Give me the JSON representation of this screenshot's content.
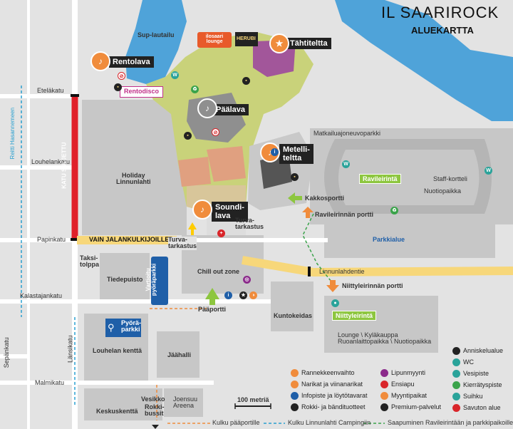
{
  "header": {
    "logo_text": "IL SAARIROCK",
    "subtitle": "ALUEKARTTA"
  },
  "streets": {
    "etelakatu": "Eteläkatu",
    "louhelankatu": "Louhelankatu",
    "papinkatu": "Papinkatu",
    "kalastajankatu": "Kalastajankatu",
    "malmikatu": "Malmikatu",
    "sepankatu": "Sepänkatu",
    "lansikatu": "Länsikatu",
    "reitti": "Reitti Hasannemeen",
    "katu_suljettu": "KATU SULJETTU",
    "vain_jalankulkijoille": "VAIN JALANKULKIJOILLE",
    "linnunlahdentie": "Linnunlahdentie"
  },
  "stages": {
    "rentolava": "Rentolava",
    "rentodisco": "Rentodisco",
    "paalava": "Päälava",
    "tahtiteltta": "Tähtiteltta",
    "metelliteltta": "Metelli-\nteltta",
    "soundilava": "Soundi-\nlava"
  },
  "places": {
    "sup_lautailu": "Sup-lautailu",
    "holiday": "Holiday\nLinnunlahti",
    "turvatarkastus1": "Turva-\ntarkastus",
    "turvatarkastus2": "Turva-\ntarkastus",
    "chill_out": "Chill out zone",
    "paaportti": "Pääportti",
    "taksitolppa": "Taksi-\ntolppa",
    "tiedepuisto": "Tiedepuisto",
    "vartioitu": "Vartioitu\npyöräparkki",
    "pyoraparkki": "Pyörä-\nparkki",
    "louhelan_kentta": "Louhelan kenttä",
    "jaahalli": "Jäähalli",
    "keskuskentta": "Keskuskenttä",
    "vesikko": "Vesikko",
    "rokkibussit": "Rokki-\nbussit",
    "joensuu_areena": "Joensuu\nAreena",
    "kuntokeidas": "Kuntokeidas",
    "matkailuajoneuvoparkki": "Matkailuajoneuvoparkki",
    "ravileirinta": "Ravileirintä",
    "staff_kortteli": "Staff-kortteli",
    "nuotiopaikka": "Nuotiopaikka",
    "kakkosportti": "Kakkosportti",
    "ravileirinnan_portti": "Ravileirinnän portti",
    "parkkialue": "Parkkialue",
    "niittyleirinnan_portti": "Niittyleirinnän portti",
    "niittyleirinta": "Niittyleirintä",
    "lounge": "Lounge \\ Kyläkauppa\nRuoanlaittopaikka \\ Nuotiopaikka",
    "scale": "100 metriä",
    "logo_ilosaari": "ilosaari lounge",
    "logo_herubi": "HERUBI"
  },
  "legend_left": [
    {
      "label": "Rannekkeenvaihto",
      "color": "#f08c3c",
      "icon": "wristband-icon"
    },
    {
      "label": "Narikat ja viinanarikat",
      "color": "#f08c3c",
      "icon": "cloakroom-icon"
    },
    {
      "label": "Infopiste ja löytötavarat",
      "color": "#1f5fa8",
      "icon": "info-icon"
    },
    {
      "label": "Rokki- ja bänditu­otteet",
      "color": "#222",
      "icon": "merch-icon"
    }
  ],
  "legend_mid": [
    {
      "label": "Lipunmyynti",
      "color": "#8b2a8b",
      "icon": "ticket-icon"
    },
    {
      "label": "Ensiapu",
      "color": "#d9252a",
      "icon": "first-aid-icon"
    },
    {
      "label": "Myyntipaikat",
      "color": "#f08c3c",
      "icon": "shop-icon"
    },
    {
      "label": "Premium-palvelut",
      "color": "#222",
      "icon": "premium-icon"
    }
  ],
  "legend_right": [
    {
      "label": "Anniskelualue",
      "color": "#222",
      "icon": "beer-icon"
    },
    {
      "label": "WC",
      "color": "#2aa39a",
      "icon": "wc-icon"
    },
    {
      "label": "Vesipiste",
      "color": "#2aa39a",
      "icon": "water-icon"
    },
    {
      "label": "Kierrätyspiste",
      "color": "#3aa34a",
      "icon": "recycle-icon"
    },
    {
      "label": "Suihku",
      "color": "#2aa39a",
      "icon": "shower-icon"
    },
    {
      "label": "Savuton alue",
      "color": "#d9252a",
      "icon": "no-smoking-icon"
    }
  ],
  "route_legend": {
    "kulku_paaportille": "Kulku pääportille",
    "kulku_camping": "Kulku Linnunlahti Campingiin",
    "saapuminen": "Saapuminen Ravileirintään ja parkkipaikoille"
  },
  "colors": {
    "water": "#4fa3d9",
    "festival": "#c9d27a",
    "stage_brown": "#e0a080",
    "road": "#ffffff",
    "closed": "#e0202a",
    "accent_orange": "#f08c3c",
    "green": "#8dc63f",
    "blue": "#1f5fa8"
  }
}
